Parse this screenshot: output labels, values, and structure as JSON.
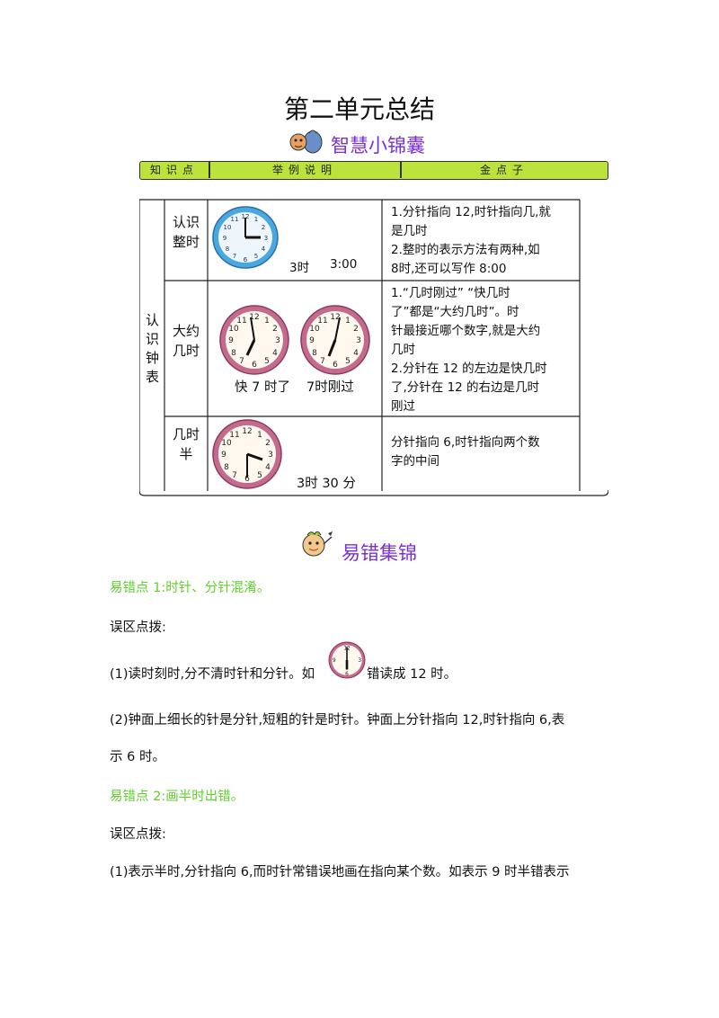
{
  "title": "第二单元总结",
  "section1": {
    "heading": "智慧小锦囊",
    "mascot_icon": "mascot-with-bag-icon"
  },
  "table_header": {
    "col1": "知识点",
    "col2": "举例说明",
    "col3": "金点子",
    "bar_color": "#bce33c"
  },
  "category": [
    "认",
    "识",
    "钟",
    "表"
  ],
  "rows": [
    {
      "sub": [
        "认识",
        "整时"
      ],
      "caption1": "3时",
      "caption2": "3:00",
      "notes": [
        "1.分针指向 12,时针指向几,就",
        "是几时",
        "2.整时的表示方法有两种,如",
        "8时,还可以写作 8:00"
      ]
    },
    {
      "sub": [
        "大约",
        "几时"
      ],
      "caption1": "快 7 时了",
      "caption2": "7时刚过",
      "notes": [
        "1.“几时刚过”  “快几时",
        "了”都是“大约几时”。时",
        "针最接近哪个数字,就是大约",
        "几时",
        "2.分针在 12 的左边是快几时",
        "了,分针在 12 的右边是几时",
        "刚过"
      ]
    },
    {
      "sub": [
        "几时",
        "半"
      ],
      "caption1": "3时 30 分",
      "notes": [
        "分针指向 6,时针指向两个数",
        "字的中间"
      ]
    }
  ],
  "section2": {
    "heading": "易错集锦",
    "mascot_icon": "mascot-pointing-icon"
  },
  "body": {
    "err1_title": "易错点 1:时针、分针混淆。",
    "err1_tip": "误区点拨:",
    "err1_p1_a": "(1)读时刻时,分不清时针和分针。如",
    "err1_p1_b": "错读成 12 时。",
    "err1_p2_line1": "(2)钟面上细长的针是分针,短粗的针是时针。钟面上分针指向 12,时针指向 6,表",
    "err1_p2_line2": "示 6 时。",
    "err2_title": "易错点 2:画半时出错。",
    "err2_tip": "误区点拨:",
    "err2_p1": "(1)表示半时,分针指向 6,而时针常错误地画在指向某个数。如表示 9 时半错表示"
  },
  "colors": {
    "heading": "#7a2fd0",
    "error_title": "#5fd12a",
    "clock_blue": "#4aa8e0",
    "clock_pink": "#c46a8c"
  }
}
